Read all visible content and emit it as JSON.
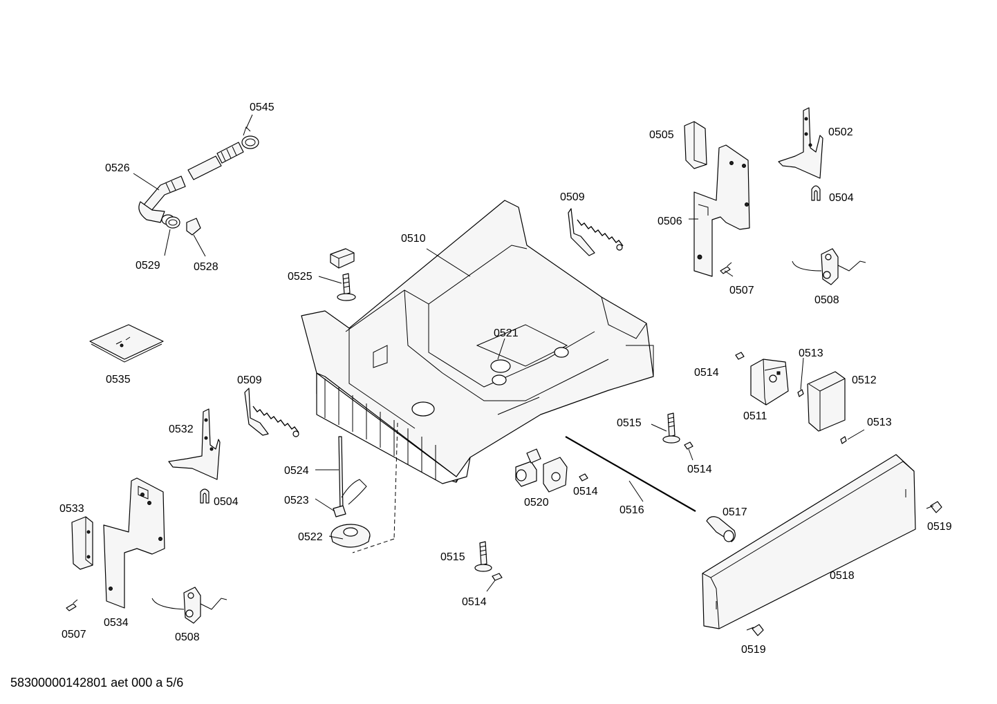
{
  "document": {
    "footer_code": "58300000142801 aet 000 a 5/6"
  },
  "labels": {
    "l0545": "0545",
    "l0526": "0526",
    "l0529": "0529",
    "l0528": "0528",
    "l0525": "0525",
    "l0510": "0510",
    "l0509a": "0509",
    "l0509b": "0509",
    "l0505": "0505",
    "l0502": "0502",
    "l0504a": "0504",
    "l0504b": "0504",
    "l0506": "0506",
    "l0507a": "0507",
    "l0507b": "0507",
    "l0508a": "0508",
    "l0508b": "0508",
    "l0535": "0535",
    "l0521": "0521",
    "l0514a": "0514",
    "l0514b": "0514",
    "l0514c": "0514",
    "l0514d": "0514",
    "l0513a": "0513",
    "l0513b": "0513",
    "l0512": "0512",
    "l0511": "0511",
    "l0515a": "0515",
    "l0515b": "0515",
    "l0532": "0532",
    "l0524": "0524",
    "l0523": "0523",
    "l0522": "0522",
    "l0520": "0520",
    "l0516": "0516",
    "l0517": "0517",
    "l0519a": "0519",
    "l0519b": "0519",
    "l0518": "0518",
    "l0533": "0533",
    "l0534": "0534"
  }
}
